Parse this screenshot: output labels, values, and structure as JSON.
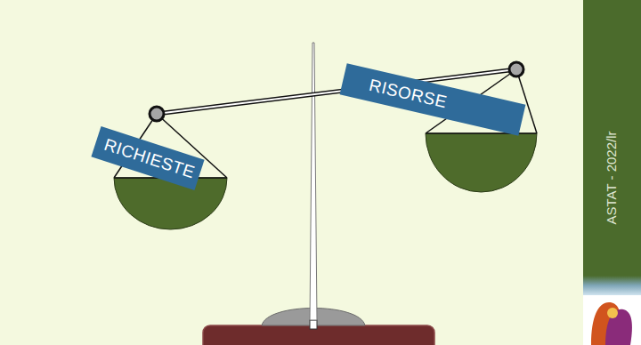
{
  "diagram": {
    "nodes": [
      {
        "text": [
          "RICHIESTE"
        ]
      },
      {
        "text": [
          "RISORSE"
        ]
      }
    ],
    "labels": [
      "ASTAT - 2022/lr"
    ]
  }
}
